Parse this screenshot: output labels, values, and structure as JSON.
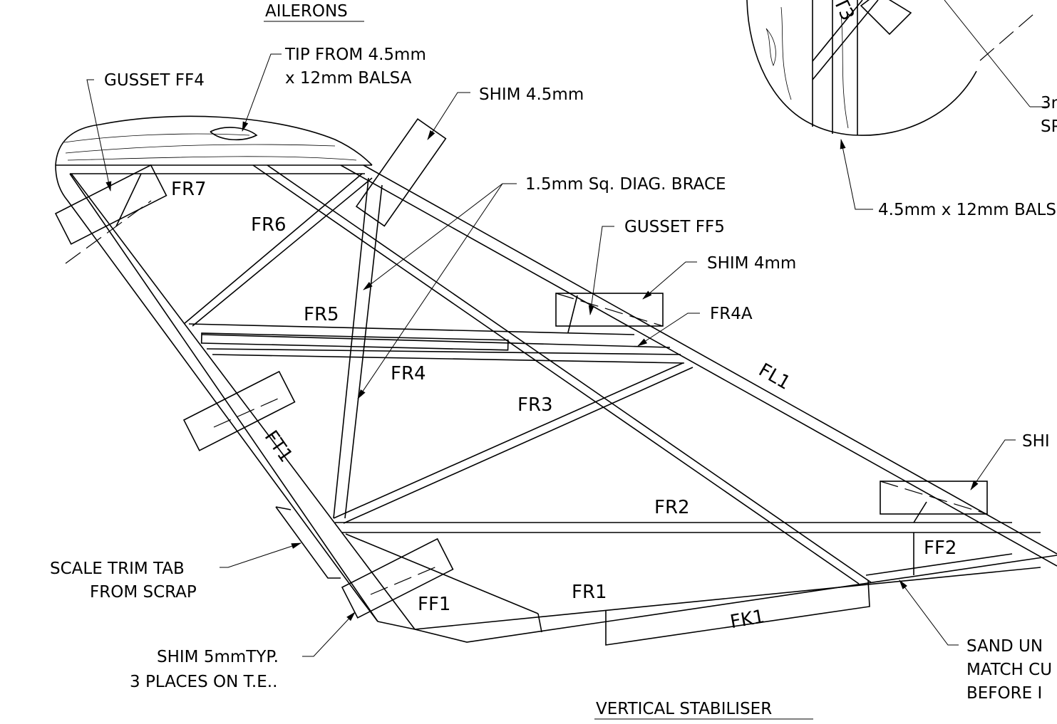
{
  "titles": {
    "ailerons": "AILERONS",
    "vertical_stabiliser": "VERTICAL STABILISER"
  },
  "callouts": {
    "gusset_ff4": "GUSSET FF4",
    "tip_line1": "TIP FROM 4.5mm",
    "tip_line2": "x 12mm BALSA",
    "shim_45": "SHIM 4.5mm",
    "diag_brace": "1.5mm Sq. DIAG. BRACE",
    "gusset_ff5": "GUSSET FF5",
    "shim_4": "SHIM 4mm",
    "fr4a": "FR4A",
    "shim_right_partial": "SHI",
    "trim_tab_line1": "SCALE TRIM TAB",
    "trim_tab_line2": "FROM SCRAP",
    "shim5_line1": "SHIM 5mmTYP.",
    "shim5_line2": "3 PLACES ON T.E..",
    "sand_line1": "SAND UN",
    "sand_line2": "MATCH CU",
    "sand_line3": "BEFORE I",
    "inset_3r_line1": "3r",
    "inset_3r_line2": "SP",
    "inset_balsa": "4.5mm x 12mm BALS",
    "inset_t3": "T3"
  },
  "parts": {
    "fr7": "FR7",
    "fr6": "FR6",
    "fr5": "FR5",
    "fr4": "FR4",
    "fr3": "FR3",
    "fr2": "FR2",
    "fr1": "FR1",
    "ff1": "FF1",
    "ff2": "FF2",
    "fk1": "FK1",
    "fl1": "FL1",
    "ft1": "FT1"
  }
}
